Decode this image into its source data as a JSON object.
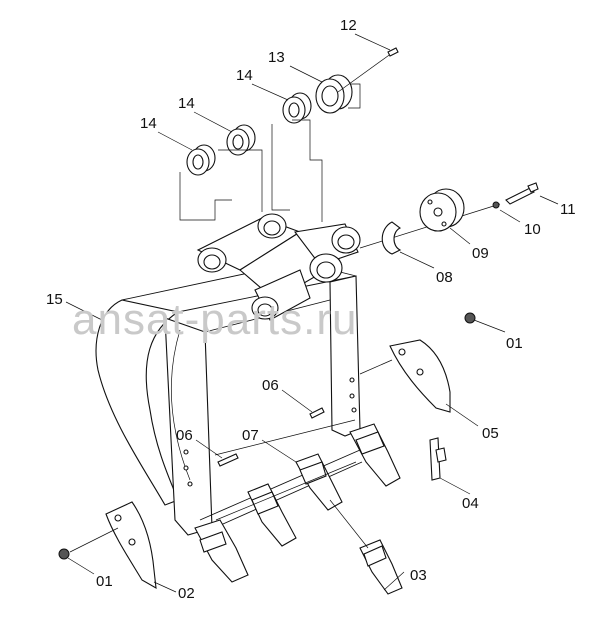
{
  "watermark": "ansat-parts.ru",
  "callouts": [
    {
      "id": "c12",
      "label": "12"
    },
    {
      "id": "c13",
      "label": "13"
    },
    {
      "id": "c14a",
      "label": "14"
    },
    {
      "id": "c14b",
      "label": "14"
    },
    {
      "id": "c14c",
      "label": "14"
    },
    {
      "id": "c11",
      "label": "11"
    },
    {
      "id": "c10",
      "label": "10"
    },
    {
      "id": "c09",
      "label": "09"
    },
    {
      "id": "c08",
      "label": "08"
    },
    {
      "id": "c15",
      "label": "15"
    },
    {
      "id": "c01a",
      "label": "01"
    },
    {
      "id": "c06a",
      "label": "06"
    },
    {
      "id": "c06b",
      "label": "06"
    },
    {
      "id": "c07",
      "label": "07"
    },
    {
      "id": "c05",
      "label": "05"
    },
    {
      "id": "c04",
      "label": "04"
    },
    {
      "id": "c03",
      "label": "03"
    },
    {
      "id": "c01b",
      "label": "01"
    },
    {
      "id": "c02",
      "label": "02"
    }
  ]
}
